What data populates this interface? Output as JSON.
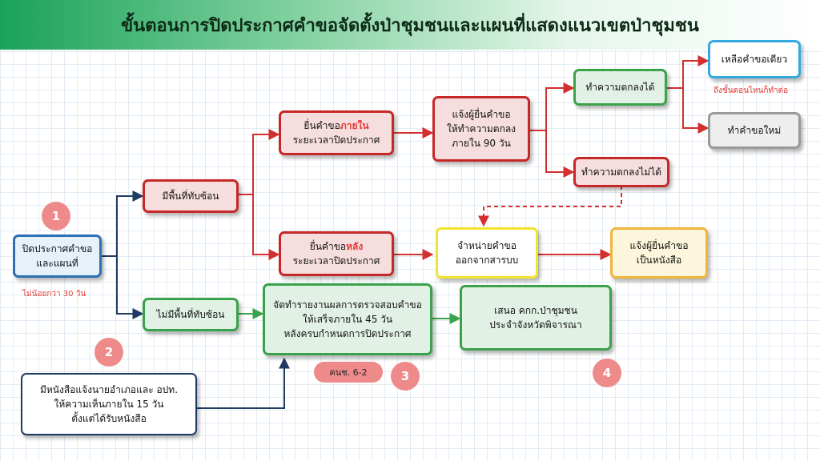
{
  "title": "ขั้นตอนการปิดประกาศคำขอจัดตั้งป่าชุมชนและแผนที่แสดงแนวเขตป่าชุมชน",
  "steps": {
    "announce": {
      "line1": "ปิดประกาศคำขอ",
      "line2": "และแผนที่"
    },
    "overlap": {
      "label": "มีพื้นที่ทับซ้อน"
    },
    "no_overlap": {
      "label": "ไม่มีพื้นที่ทับซ้อน"
    },
    "file_within": {
      "prefix": "ยื่นคำขอ",
      "highlight": "ภายใน",
      "line2": "ระยะเวลาปิดประกาศ"
    },
    "file_after": {
      "prefix": "ยื่นคำขอ",
      "highlight": "หลัง",
      "line2": "ระยะเวลาปิดประกาศ"
    },
    "notify_agree": {
      "line1": "แจ้งผู้ยื่นคำขอ",
      "line2": "ให้ทำความตกลง",
      "line3": "ภายใน 90 วัน"
    },
    "agreed": {
      "label": "ทำความตกลงได้"
    },
    "not_agreed": {
      "label": "ทำความตกลงไม่ได้"
    },
    "single_request": {
      "label": "เหลือคำขอเดียว"
    },
    "new_request": {
      "label": "ทำคำขอใหม่"
    },
    "remove_request": {
      "line1": "จำหน่ายคำขอ",
      "line2": "ออกจากสารบบ"
    },
    "notify_letter": {
      "line1": "แจ้งผู้ยื่นคำขอ",
      "line2": "เป็นหนังสือ"
    },
    "report": {
      "line1": "จัดทำรายงานผลการตรวจสอบคำขอ",
      "line2": "ให้เสร็จภายใน 45 วัน",
      "line3": "หลังครบกำหนดการปิดประกาศ"
    },
    "propose": {
      "line1": "เสนอ คกก.ป่าชุมชน",
      "line2": "ประจำจังหวัดพิจารณา"
    },
    "letter_district": {
      "line1": "มีหนังสือแจ้งนายอำเภอและ อปท.",
      "line2": "ให้ความเห็นภายใน 15 วัน",
      "line3": "ตั้งแต่ได้รับหนังสือ"
    }
  },
  "notes": {
    "min_days": "ไม่น้อยกว่า 30 วัน",
    "continue_step": "ถึงขั้นตอนไหนก็ทำต่อ",
    "form": "คนช. 6-2"
  },
  "step_numbers": [
    "1",
    "2",
    "3",
    "4"
  ],
  "colors": {
    "banner": "#1aa25a",
    "red_border": "#c62828",
    "green_border": "#3aa24a",
    "blue_border": "#2f6fb3",
    "highlight": "#e53935",
    "circle": "#ef8a8a"
  }
}
